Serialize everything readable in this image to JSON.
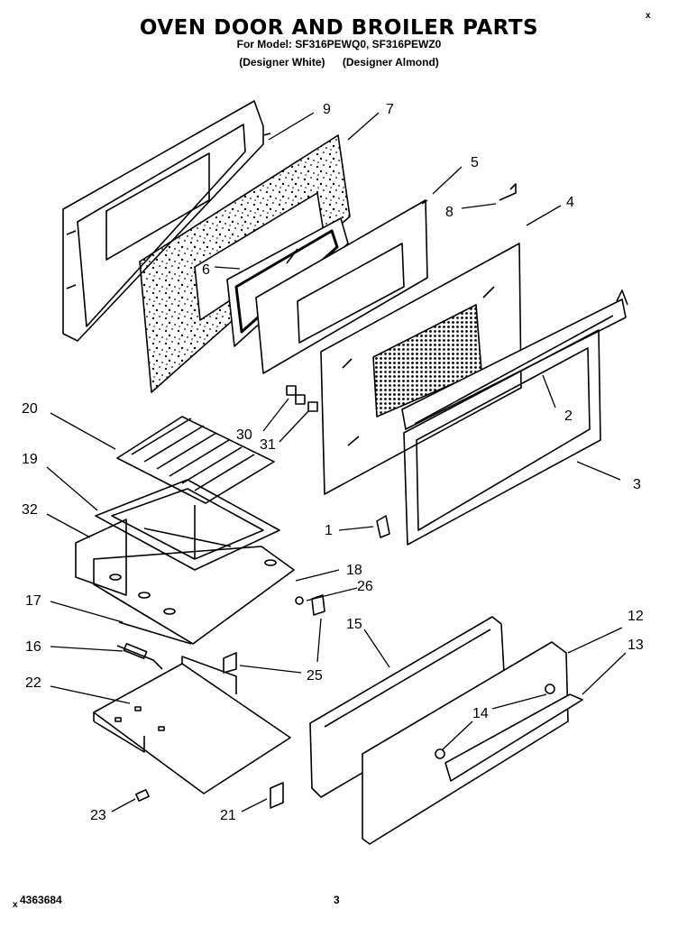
{
  "header": {
    "title": "OVEN DOOR AND BROILER PARTS",
    "models_line": "For Model: SF316PEWQ0, SF316PEWZ0",
    "variant_white": "(Designer White)",
    "variant_almond": "(Designer Almond)"
  },
  "footer": {
    "part_number": "4363684",
    "page_number": "3",
    "mark_left": "x",
    "mark_top_right": "x"
  },
  "callouts": [
    "9",
    "7",
    "5",
    "8",
    "4",
    "6",
    "2",
    "3",
    "20",
    "30",
    "31",
    "19",
    "32",
    "1",
    "18",
    "26",
    "17",
    "16",
    "25",
    "15",
    "12",
    "13",
    "22",
    "14",
    "23",
    "21"
  ]
}
